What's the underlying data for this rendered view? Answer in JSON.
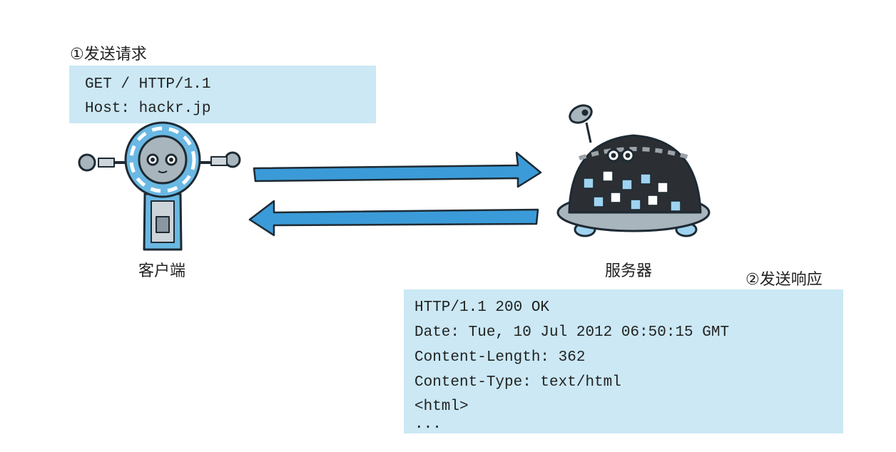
{
  "request": {
    "step_label": "①发送请求",
    "lines": [
      "GET / HTTP/1.1",
      "Host: hackr.jp"
    ]
  },
  "response": {
    "step_label": "②发送响应",
    "lines": [
      "HTTP/1.1 200 OK",
      "Date: Tue, 10 Jul 2012 06:50:15 GMT",
      "Content-Length: 362",
      "Content-Type: text/html",
      "<html>",
      "..."
    ]
  },
  "client": {
    "label": "客户端",
    "icon": "client-robot-icon"
  },
  "server": {
    "label": "服务器",
    "icon": "server-robot-icon"
  },
  "colors": {
    "box": "#cbe8f4",
    "arrow": "#3b9bd8",
    "outline": "#1e2a33"
  }
}
